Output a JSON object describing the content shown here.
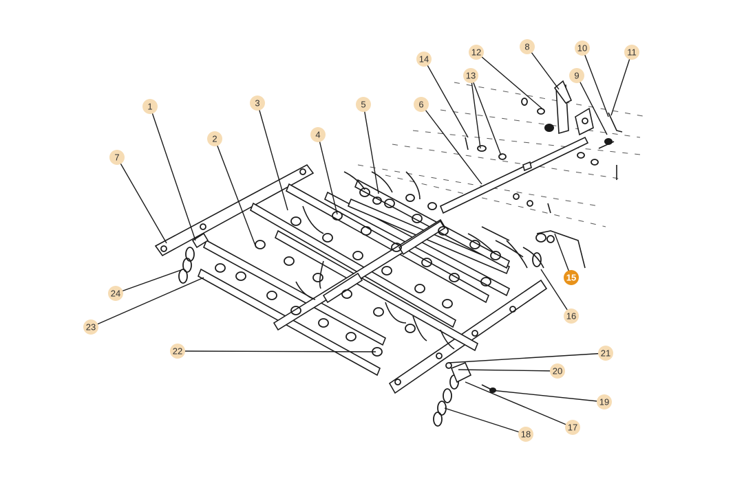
{
  "callouts": [
    {
      "id": "1",
      "label": "1"
    },
    {
      "id": "2",
      "label": "2"
    },
    {
      "id": "3",
      "label": "3"
    },
    {
      "id": "4",
      "label": "4"
    },
    {
      "id": "5",
      "label": "5"
    },
    {
      "id": "6",
      "label": "6"
    },
    {
      "id": "7",
      "label": "7"
    },
    {
      "id": "8",
      "label": "8"
    },
    {
      "id": "9",
      "label": "9"
    },
    {
      "id": "10",
      "label": "10"
    },
    {
      "id": "11",
      "label": "11"
    },
    {
      "id": "12",
      "label": "12"
    },
    {
      "id": "13",
      "label": "13"
    },
    {
      "id": "14",
      "label": "14"
    },
    {
      "id": "15",
      "label": "15",
      "highlighted": true
    },
    {
      "id": "16",
      "label": "16"
    },
    {
      "id": "17",
      "label": "17"
    },
    {
      "id": "18",
      "label": "18"
    },
    {
      "id": "19",
      "label": "19"
    },
    {
      "id": "20",
      "label": "20"
    },
    {
      "id": "21",
      "label": "21"
    },
    {
      "id": "22",
      "label": "22"
    },
    {
      "id": "23",
      "label": "23"
    },
    {
      "id": "24",
      "label": "24"
    }
  ],
  "colors": {
    "callout_fill": "#f6dcb4",
    "callout_active_fill": "#e8921a",
    "line_color": "#1a1a1a",
    "background": "#ffffff"
  }
}
